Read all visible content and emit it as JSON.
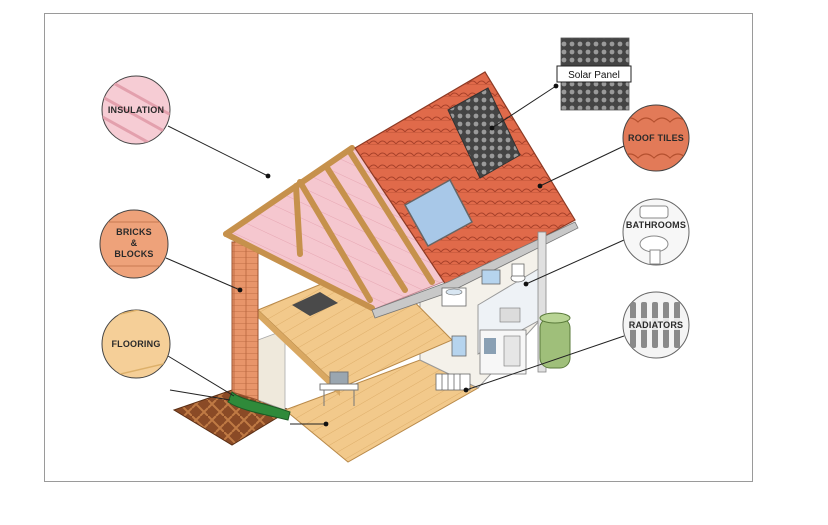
{
  "labels": {
    "insulation": "INSULATION",
    "bricks_line1": "BRICKS",
    "bricks_line2": "&",
    "bricks_line3": "BLOCKS",
    "flooring": "FLOORING",
    "roof_tiles": "ROOF TILES",
    "bathrooms": "BATHROOMS",
    "radiators": "RADIATORS",
    "solar_panel": "Solar Panel"
  },
  "colors": {
    "brick": "#e8956a",
    "roof_tile": "#e06a4a",
    "insulation": "#f5c7cf",
    "floor_wood": "#f2c98b",
    "frame_border": "#9a9a9a",
    "solar_dark": "#555555"
  }
}
